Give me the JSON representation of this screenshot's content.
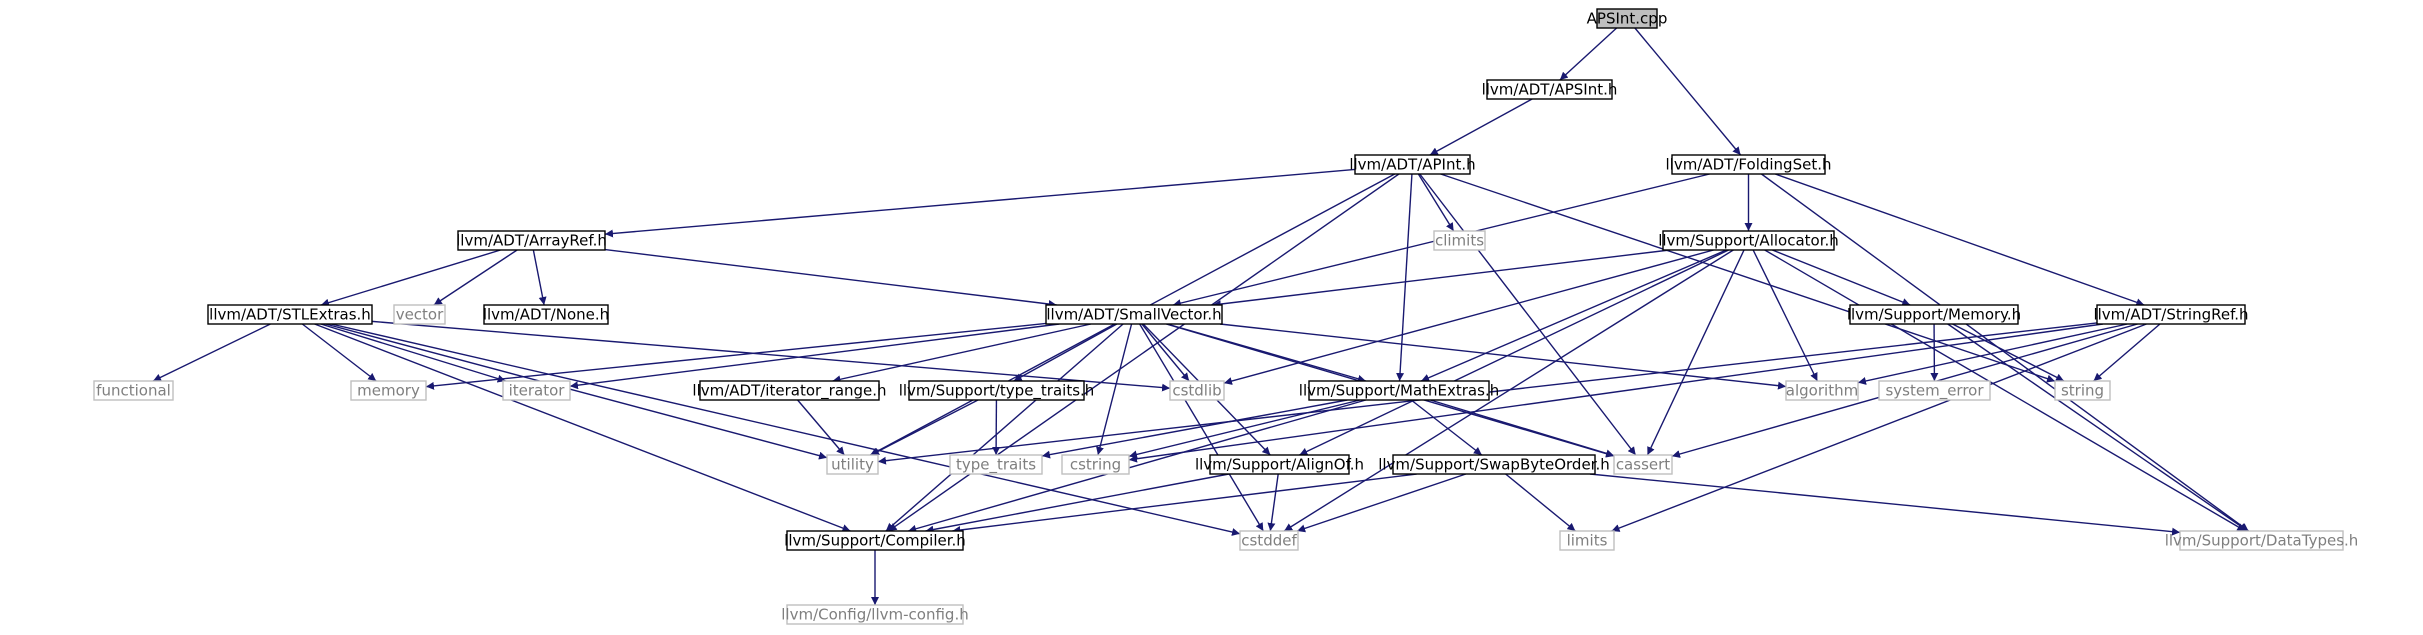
{
  "colors": {
    "edge": "#191970",
    "node_border": "#000000",
    "node_text": "#000000",
    "external_border": "#bfbfbf",
    "external_text": "#7f7f7f",
    "root_fill": "#bfbfbf"
  },
  "nodes": [
    {
      "id": "apsint_cpp",
      "label": "APSInt.cpp",
      "kind": "root"
    },
    {
      "id": "adt_apsint",
      "label": "llvm/ADT/APSInt.h",
      "kind": "header"
    },
    {
      "id": "adt_apint",
      "label": "llvm/ADT/APInt.h",
      "kind": "header"
    },
    {
      "id": "adt_foldingset",
      "label": "llvm/ADT/FoldingSet.h",
      "kind": "header"
    },
    {
      "id": "climits",
      "label": "climits",
      "kind": "external"
    },
    {
      "id": "adt_arrayref",
      "label": "llvm/ADT/ArrayRef.h",
      "kind": "header"
    },
    {
      "id": "support_allocator",
      "label": "llvm/Support/Allocator.h",
      "kind": "header"
    },
    {
      "id": "adt_stlextras",
      "label": "llvm/ADT/STLExtras.h",
      "kind": "header"
    },
    {
      "id": "vector",
      "label": "vector",
      "kind": "external"
    },
    {
      "id": "adt_none",
      "label": "llvm/ADT/None.h",
      "kind": "header"
    },
    {
      "id": "adt_smallvector",
      "label": "llvm/ADT/SmallVector.h",
      "kind": "header"
    },
    {
      "id": "support_memory",
      "label": "llvm/Support/Memory.h",
      "kind": "header"
    },
    {
      "id": "adt_stringref",
      "label": "llvm/ADT/StringRef.h",
      "kind": "header"
    },
    {
      "id": "functional",
      "label": "functional",
      "kind": "external"
    },
    {
      "id": "memory",
      "label": "memory",
      "kind": "external"
    },
    {
      "id": "iterator",
      "label": "iterator",
      "kind": "external"
    },
    {
      "id": "adt_iterator_range",
      "label": "llvm/ADT/iterator_range.h",
      "kind": "header"
    },
    {
      "id": "support_type_traits",
      "label": "llvm/Support/type_traits.h",
      "kind": "header"
    },
    {
      "id": "cstdlib",
      "label": "cstdlib",
      "kind": "external"
    },
    {
      "id": "support_mathextras",
      "label": "llvm/Support/MathExtras.h",
      "kind": "header"
    },
    {
      "id": "algorithm",
      "label": "algorithm",
      "kind": "external"
    },
    {
      "id": "system_error",
      "label": "system_error",
      "kind": "external"
    },
    {
      "id": "string",
      "label": "string",
      "kind": "external"
    },
    {
      "id": "utility",
      "label": "utility",
      "kind": "external"
    },
    {
      "id": "type_traits",
      "label": "type_traits",
      "kind": "external"
    },
    {
      "id": "cstring",
      "label": "cstring",
      "kind": "external"
    },
    {
      "id": "support_alignof",
      "label": "llvm/Support/AlignOf.h",
      "kind": "header"
    },
    {
      "id": "support_swapbyteorder",
      "label": "llvm/Support/SwapByteOrder.h",
      "kind": "header"
    },
    {
      "id": "cassert",
      "label": "cassert",
      "kind": "external"
    },
    {
      "id": "support_compiler",
      "label": "llvm/Support/Compiler.h",
      "kind": "header"
    },
    {
      "id": "cstddef",
      "label": "cstddef",
      "kind": "external"
    },
    {
      "id": "limits",
      "label": "limits",
      "kind": "external"
    },
    {
      "id": "support_datatypes",
      "label": "llvm/Support/DataTypes.h",
      "kind": "external"
    },
    {
      "id": "config_llvm_config",
      "label": "llvm/Config/llvm-config.h",
      "kind": "external"
    }
  ],
  "edges": [
    [
      "apsint_cpp",
      "adt_apsint"
    ],
    [
      "apsint_cpp",
      "adt_foldingset"
    ],
    [
      "adt_apsint",
      "adt_apint"
    ],
    [
      "adt_apint",
      "climits"
    ],
    [
      "adt_apint",
      "adt_arrayref"
    ],
    [
      "adt_apint",
      "support_mathextras"
    ],
    [
      "adt_apint",
      "cassert"
    ],
    [
      "adt_apint",
      "string"
    ],
    [
      "adt_apint",
      "support_compiler"
    ],
    [
      "adt_apint",
      "utility"
    ],
    [
      "adt_foldingset",
      "adt_smallvector"
    ],
    [
      "adt_foldingset",
      "support_allocator"
    ],
    [
      "adt_foldingset",
      "adt_stringref"
    ],
    [
      "adt_foldingset",
      "support_datatypes"
    ],
    [
      "adt_arrayref",
      "adt_stlextras"
    ],
    [
      "adt_arrayref",
      "vector"
    ],
    [
      "adt_arrayref",
      "adt_none"
    ],
    [
      "adt_arrayref",
      "adt_smallvector"
    ],
    [
      "support_allocator",
      "adt_smallvector"
    ],
    [
      "support_allocator",
      "support_memory"
    ],
    [
      "support_allocator",
      "support_mathextras"
    ],
    [
      "support_allocator",
      "algorithm"
    ],
    [
      "support_allocator",
      "cassert"
    ],
    [
      "support_allocator",
      "cstddef"
    ],
    [
      "support_allocator",
      "cstdlib"
    ],
    [
      "support_allocator",
      "support_alignof"
    ],
    [
      "support_allocator",
      "support_datatypes"
    ],
    [
      "adt_stlextras",
      "functional"
    ],
    [
      "adt_stlextras",
      "memory"
    ],
    [
      "adt_stlextras",
      "iterator"
    ],
    [
      "adt_stlextras",
      "utility"
    ],
    [
      "adt_stlextras",
      "cstddef"
    ],
    [
      "adt_stlextras",
      "support_compiler"
    ],
    [
      "adt_stlextras",
      "cstdlib"
    ],
    [
      "adt_smallvector",
      "iterator"
    ],
    [
      "adt_smallvector",
      "adt_iterator_range"
    ],
    [
      "adt_smallvector",
      "support_type_traits"
    ],
    [
      "adt_smallvector",
      "cstdlib"
    ],
    [
      "adt_smallvector",
      "support_mathextras"
    ],
    [
      "adt_smallvector",
      "algorithm"
    ],
    [
      "adt_smallvector",
      "memory"
    ],
    [
      "adt_smallvector",
      "cstring"
    ],
    [
      "adt_smallvector",
      "support_alignof"
    ],
    [
      "adt_smallvector",
      "cassert"
    ],
    [
      "adt_smallvector",
      "cstddef"
    ],
    [
      "adt_smallvector",
      "support_compiler"
    ],
    [
      "support_memory",
      "system_error"
    ],
    [
      "support_memory",
      "string"
    ],
    [
      "support_memory",
      "support_datatypes"
    ],
    [
      "adt_stringref",
      "algorithm"
    ],
    [
      "adt_stringref",
      "string"
    ],
    [
      "adt_stringref",
      "utility"
    ],
    [
      "adt_stringref",
      "cstring"
    ],
    [
      "adt_stringref",
      "cassert"
    ],
    [
      "adt_stringref",
      "limits"
    ],
    [
      "adt_iterator_range",
      "utility"
    ],
    [
      "support_type_traits",
      "utility"
    ],
    [
      "support_type_traits",
      "type_traits"
    ],
    [
      "support_mathextras",
      "support_swapbyteorder"
    ],
    [
      "support_mathextras",
      "support_compiler"
    ],
    [
      "support_mathextras",
      "cassert"
    ],
    [
      "support_mathextras",
      "cstring"
    ],
    [
      "support_mathextras",
      "type_traits"
    ],
    [
      "support_alignof",
      "support_compiler"
    ],
    [
      "support_alignof",
      "cstddef"
    ],
    [
      "support_swapbyteorder",
      "support_compiler"
    ],
    [
      "support_swapbyteorder",
      "cstddef"
    ],
    [
      "support_swapbyteorder",
      "limits"
    ],
    [
      "support_swapbyteorder",
      "support_datatypes"
    ],
    [
      "support_compiler",
      "config_llvm_config"
    ]
  ]
}
